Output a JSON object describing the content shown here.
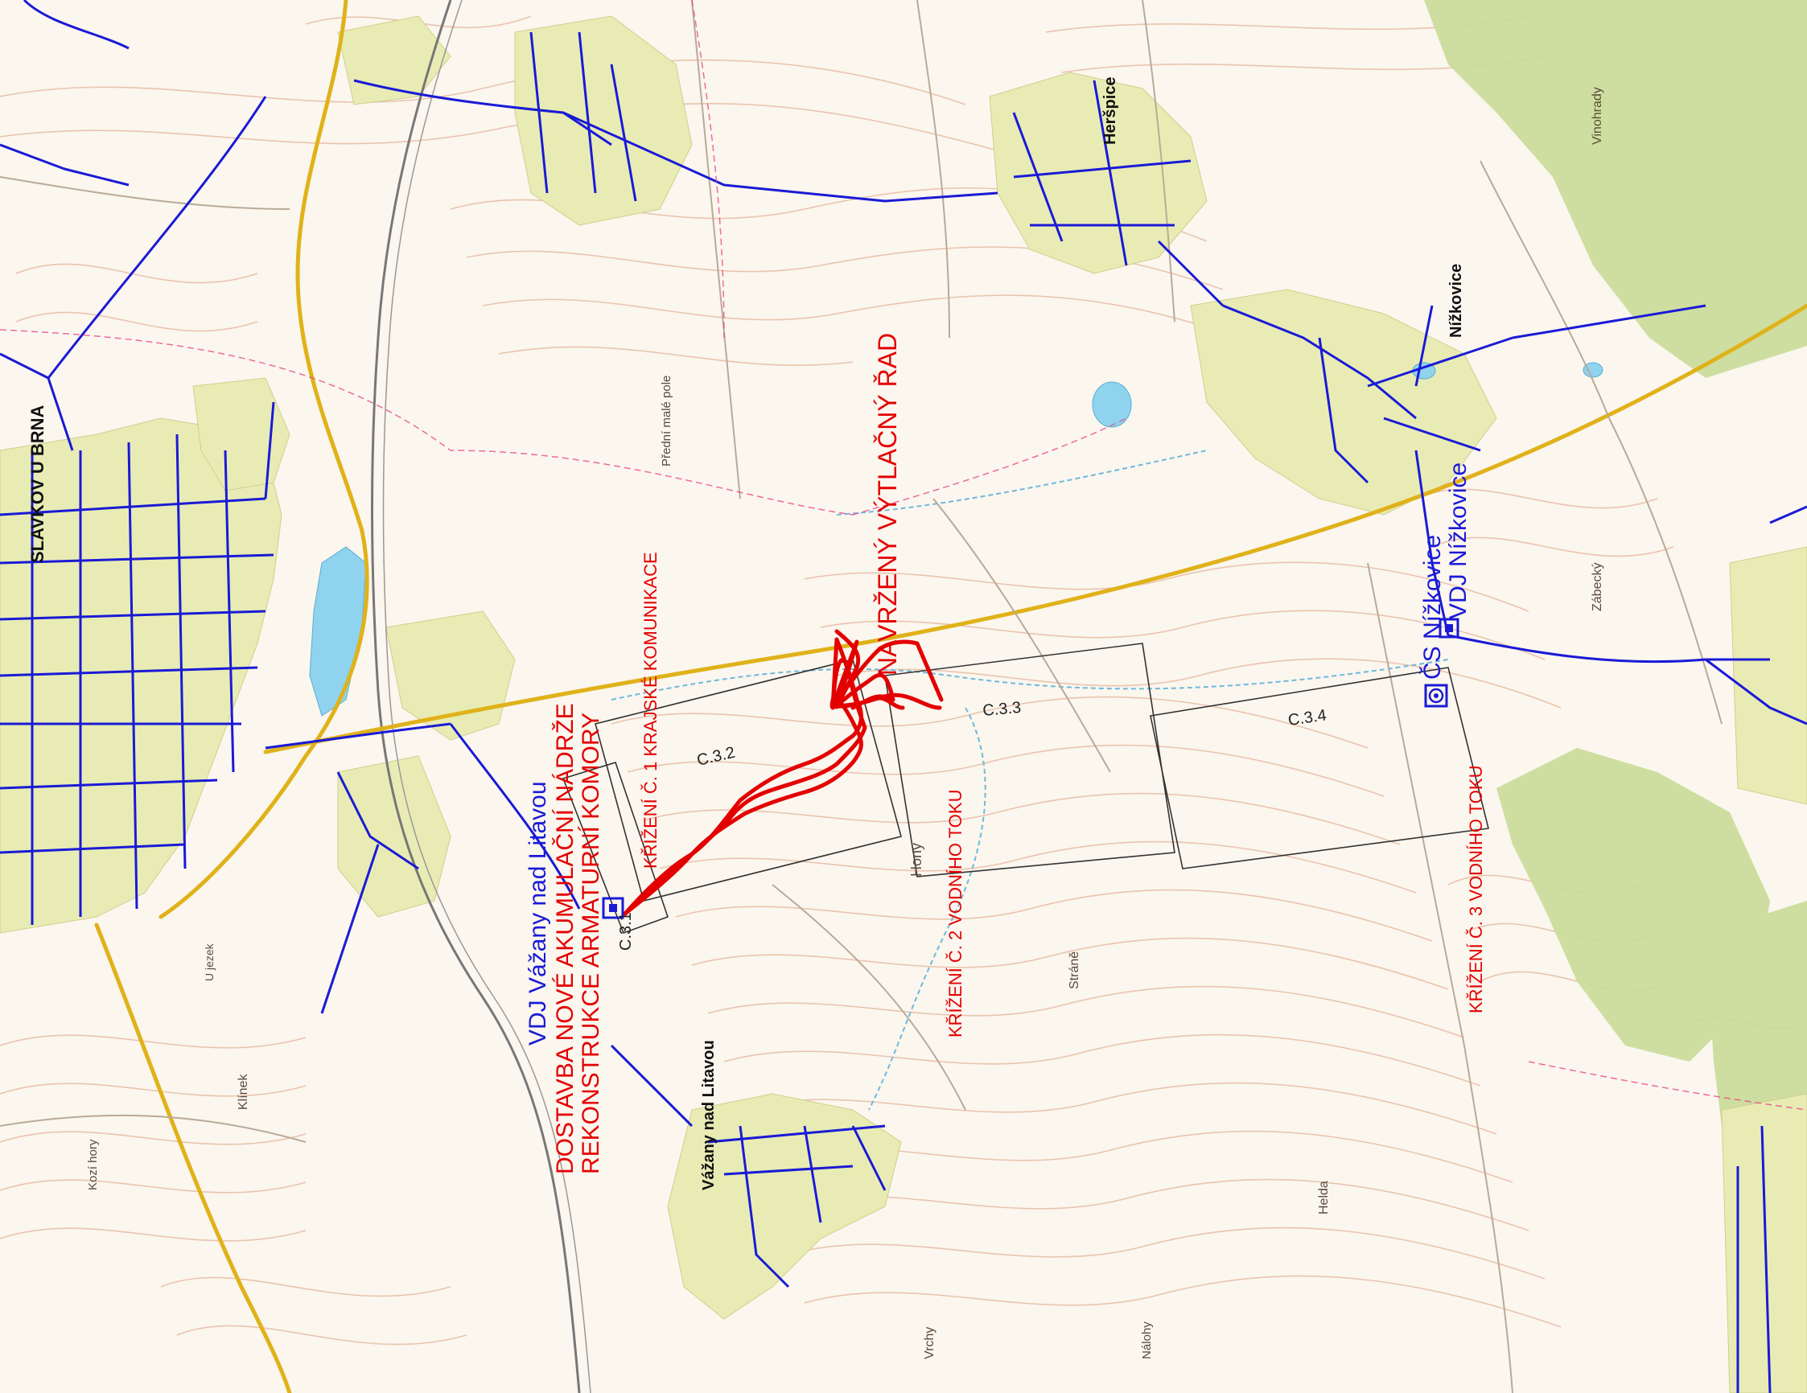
{
  "map": {
    "places": {
      "slavkov": "SLAVKOV U BRNA",
      "herspice": "Heršpice",
      "nizkovice": "Nížkovice",
      "vazany": "Vážany nad Litavou",
      "vinohrady": "Vinohrady",
      "predni_male_pole": "Přední malé pole",
      "hony": "Hony",
      "strana": "Stráně",
      "helda": "Helda",
      "nalohy": "Nálohy",
      "vrchy": "Vrchy",
      "klinek": "Klínek",
      "kozi_hory": "Kozí hory",
      "u_jezek": "U jezek",
      "zabecky": "Zábecký"
    },
    "annotations": {
      "vdj_vazany": "VDJ Vážany nad Litavou",
      "dostavba_line1": "DOSTAVBA NOVÉ AKUMULAČNÍ NÁDRŽE",
      "dostavba_line2": "REKONSTRUKCE ARMATURNÍ KOMORY",
      "krizeni1": "KŘÍŽENÍ Č. 1 KRAJSKÉ KOMUNIKACE",
      "navrzeny_rad": "NAVRŽENÝ VÝTLAČNÝ ŘAD",
      "krizeni2": "KŘÍŽENÍ Č. 2 VODNÍHO TOKU",
      "cs_nizkovice": "ČS Nížkovice",
      "vdj_nizkovice": "VDJ Nížkovice",
      "krizeni3": "KŘÍŽENÍ Č. 3 VODNÍHO TOKU"
    },
    "sheets": {
      "c31": "C.3.1",
      "c32": "C.3.2",
      "c33": "C.3.3",
      "c34": "C.3.4"
    },
    "colors": {
      "background": "#fbf6ee",
      "settlement": "#e8ecb4",
      "forest": "#c9dc98",
      "contour": "#e8bfa8",
      "water_network": "#1a1ad6",
      "proposed_pipeline": "#e30000",
      "main_road": "#e0b21a",
      "sheet_frame": "#333333",
      "water": "#8fd3ee"
    }
  }
}
